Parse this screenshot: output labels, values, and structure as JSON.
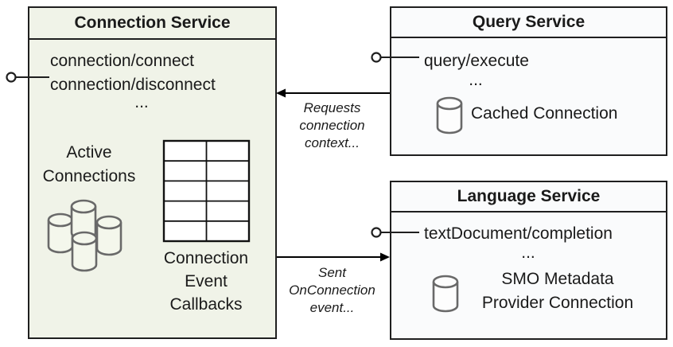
{
  "colors": {
    "connection_fill": "#f0f3e8",
    "service_fill": "#fafbfc",
    "border": "#1f1f1f",
    "text": "#1a1a1a",
    "cylinder_stroke": "#696969"
  },
  "connection_service": {
    "title": "Connection Service",
    "methods": [
      "connection/connect",
      "connection/disconnect"
    ],
    "ellipsis": "...",
    "active_connections_lines": [
      "Active",
      "Connections"
    ],
    "callbacks_lines": [
      "Connection",
      "Event",
      "Callbacks"
    ]
  },
  "query_service": {
    "title": "Query Service",
    "method": "query/execute",
    "ellipsis": "...",
    "cached_connection_label": "Cached Connection"
  },
  "language_service": {
    "title": "Language Service",
    "method": "textDocument/completion",
    "ellipsis": "...",
    "provider_connection_lines": [
      "SMO Metadata",
      "Provider Connection"
    ]
  },
  "arrows": {
    "query_to_connection_label_lines": [
      "Requests",
      "connection",
      "context..."
    ],
    "connection_to_language_label_lines": [
      "Sent",
      "OnConnection",
      "event..."
    ]
  }
}
